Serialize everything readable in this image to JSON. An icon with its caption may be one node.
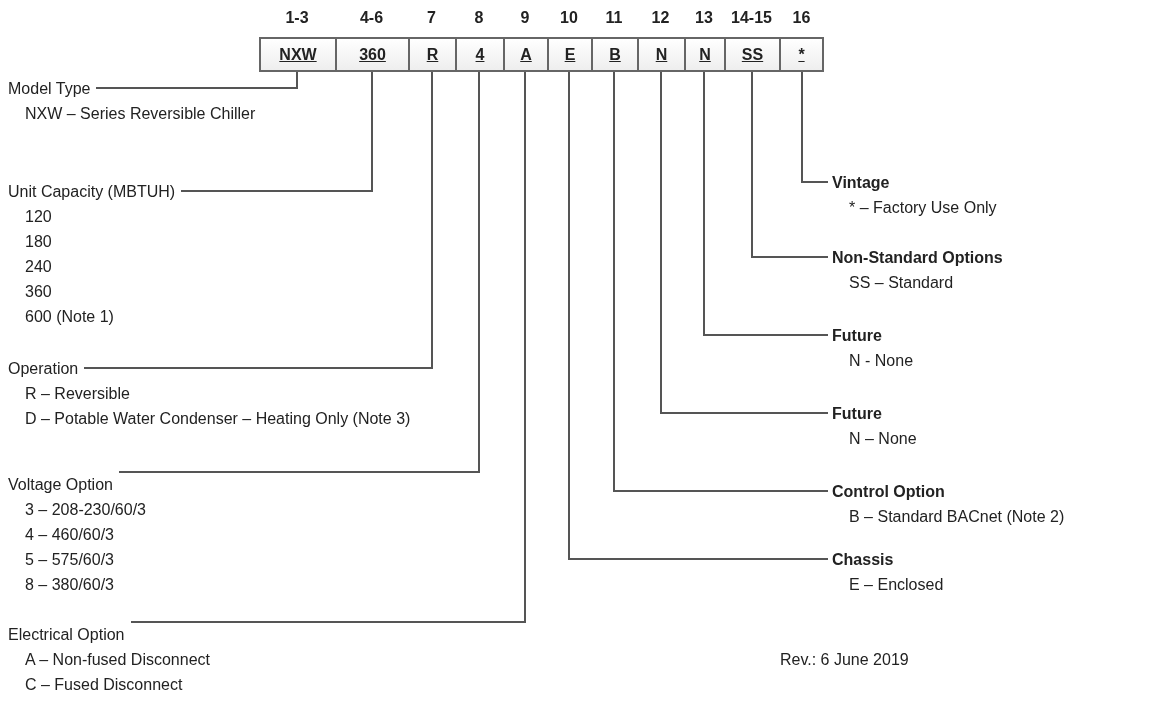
{
  "diagram": {
    "nodes": [
      {
        "text": [
          "NXW"
        ],
        "beside": [
          "1-3"
        ]
      },
      {
        "text": [
          "360"
        ],
        "beside": [
          "4-6"
        ]
      },
      {
        "text": [
          "R"
        ],
        "beside": [
          "7"
        ]
      },
      {
        "text": [
          "4"
        ],
        "beside": [
          "8"
        ]
      },
      {
        "text": [
          "A"
        ],
        "beside": [
          "9"
        ]
      },
      {
        "text": [
          "E"
        ],
        "beside": [
          "10"
        ]
      },
      {
        "text": [
          "B"
        ],
        "beside": [
          "11"
        ]
      },
      {
        "text": [
          "N"
        ],
        "beside": [
          "12"
        ]
      },
      {
        "text": [
          "N"
        ],
        "beside": [
          "13"
        ]
      },
      {
        "text": [
          "SS"
        ],
        "beside": [
          "14-15"
        ]
      },
      {
        "text": [
          "*"
        ],
        "beside": [
          "16"
        ]
      },
      {
        "text": [
          "Model Type",
          "NXW – Series Reversible Chiller"
        ]
      },
      {
        "text": [
          "Unit Capacity (MBTUH)",
          "120",
          "180",
          "240",
          "360",
          "600 (Note 1)"
        ]
      },
      {
        "text": [
          "Operation",
          "R – Reversible",
          "D – Potable Water Condenser – Heating Only (Note 3)"
        ]
      },
      {
        "text": [
          "Voltage Option",
          "3 – 208-230/60/3",
          "4 – 460/60/3",
          "5 – 575/60/3",
          "8 – 380/60/3"
        ]
      },
      {
        "text": [
          "Electrical Option",
          "A – Non-fused Disconnect",
          "C – Fused Disconnect"
        ]
      },
      {
        "text": [
          "Vintage",
          "* – Factory Use Only"
        ]
      },
      {
        "text": [
          "Non-Standard Options",
          "SS – Standard"
        ]
      },
      {
        "text": [
          "Future",
          "N - None"
        ]
      },
      {
        "text": [
          "Future",
          "N – None"
        ]
      },
      {
        "text": [
          "Control Option",
          "B – Standard BACnet (Note 2)"
        ]
      },
      {
        "text": [
          "Chassis",
          "E – Enclosed"
        ]
      }
    ],
    "edges": [
      {
        "from": 11,
        "to": 0,
        "arrow": "none"
      },
      {
        "from": 12,
        "to": 1,
        "arrow": "none"
      },
      {
        "from": 13,
        "to": 2,
        "arrow": "none"
      },
      {
        "from": 14,
        "to": 3,
        "arrow": "none"
      },
      {
        "from": 15,
        "to": 4,
        "arrow": "none"
      },
      {
        "from": 16,
        "to": 10,
        "arrow": "none"
      },
      {
        "from": 17,
        "to": 9,
        "arrow": "none"
      },
      {
        "from": 18,
        "to": 8,
        "arrow": "none"
      },
      {
        "from": 19,
        "to": 7,
        "arrow": "none"
      },
      {
        "from": 20,
        "to": 6,
        "arrow": "none"
      },
      {
        "from": 21,
        "to": 5,
        "arrow": "none"
      }
    ],
    "labels": [
      "Rev.: 6 June 2019"
    ]
  }
}
